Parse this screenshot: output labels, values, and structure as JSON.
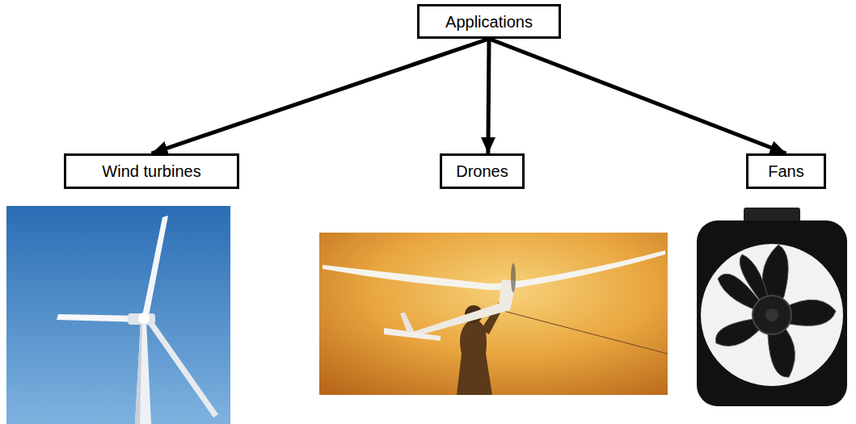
{
  "diagram": {
    "nodes": [
      {
        "text": [
          "Applications"
        ]
      },
      {
        "text": [
          "Wind turbines"
        ]
      },
      {
        "text": [
          "Drones"
        ]
      },
      {
        "text": [
          "Fans"
        ]
      }
    ],
    "edges": [
      {
        "from": 0,
        "to": 1,
        "arrow": "to"
      },
      {
        "from": 0,
        "to": 2,
        "arrow": "to"
      },
      {
        "from": 0,
        "to": 3,
        "arrow": "to"
      }
    ]
  }
}
